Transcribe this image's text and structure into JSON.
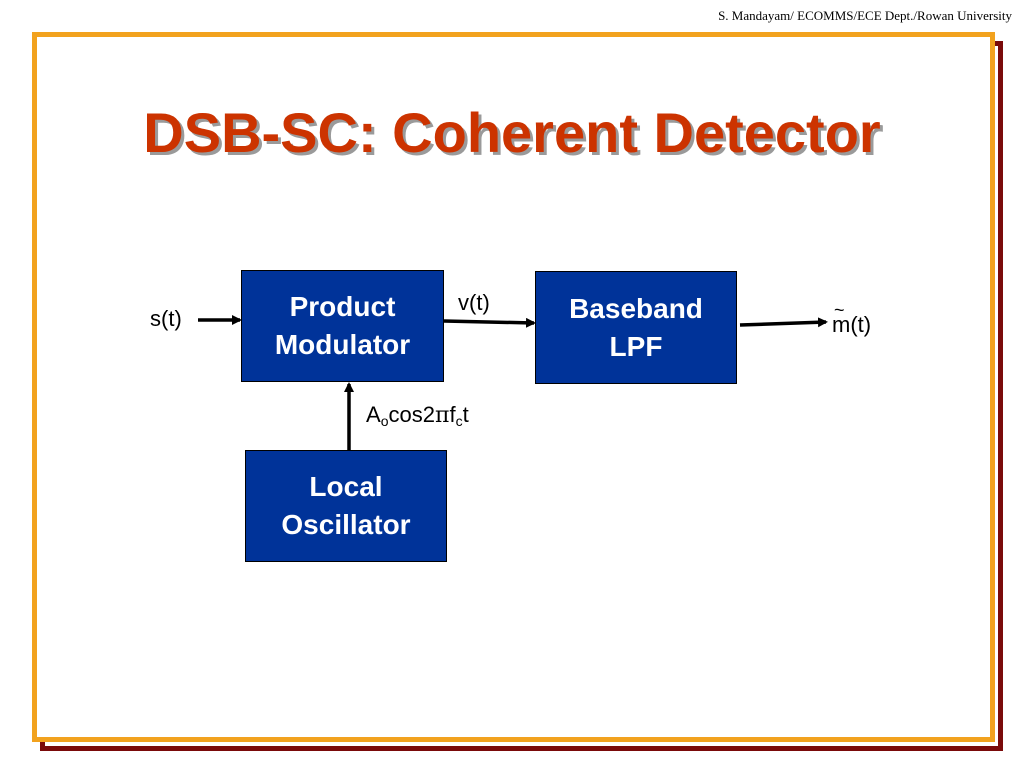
{
  "header": {
    "credit": "S. Mandayam/ ECOMMS/ECE Dept./Rowan University"
  },
  "slide": {
    "title": "DSB-SC: Coherent Detector"
  },
  "diagram": {
    "blocks": {
      "product_modulator": [
        "Product",
        "Modulator"
      ],
      "baseband_lpf": [
        "Baseband",
        "LPF"
      ],
      "local_oscillator": [
        "Local",
        "Oscillator"
      ]
    },
    "signals": {
      "input": "s(t)",
      "intermediate": "v(t)",
      "output_tilde": "~",
      "output_m": "m",
      "output_rest": "(t)",
      "carrier_A": "A",
      "carrier_A_sub": "o",
      "carrier_cos": "cos2",
      "carrier_pi": "π",
      "carrier_f": "f",
      "carrier_f_sub": "c",
      "carrier_t": "t"
    }
  },
  "colors": {
    "title": "#cc3300",
    "block_fill": "#003399",
    "frame_outer": "#7a0a0a",
    "frame_inner": "#f2a21e"
  }
}
